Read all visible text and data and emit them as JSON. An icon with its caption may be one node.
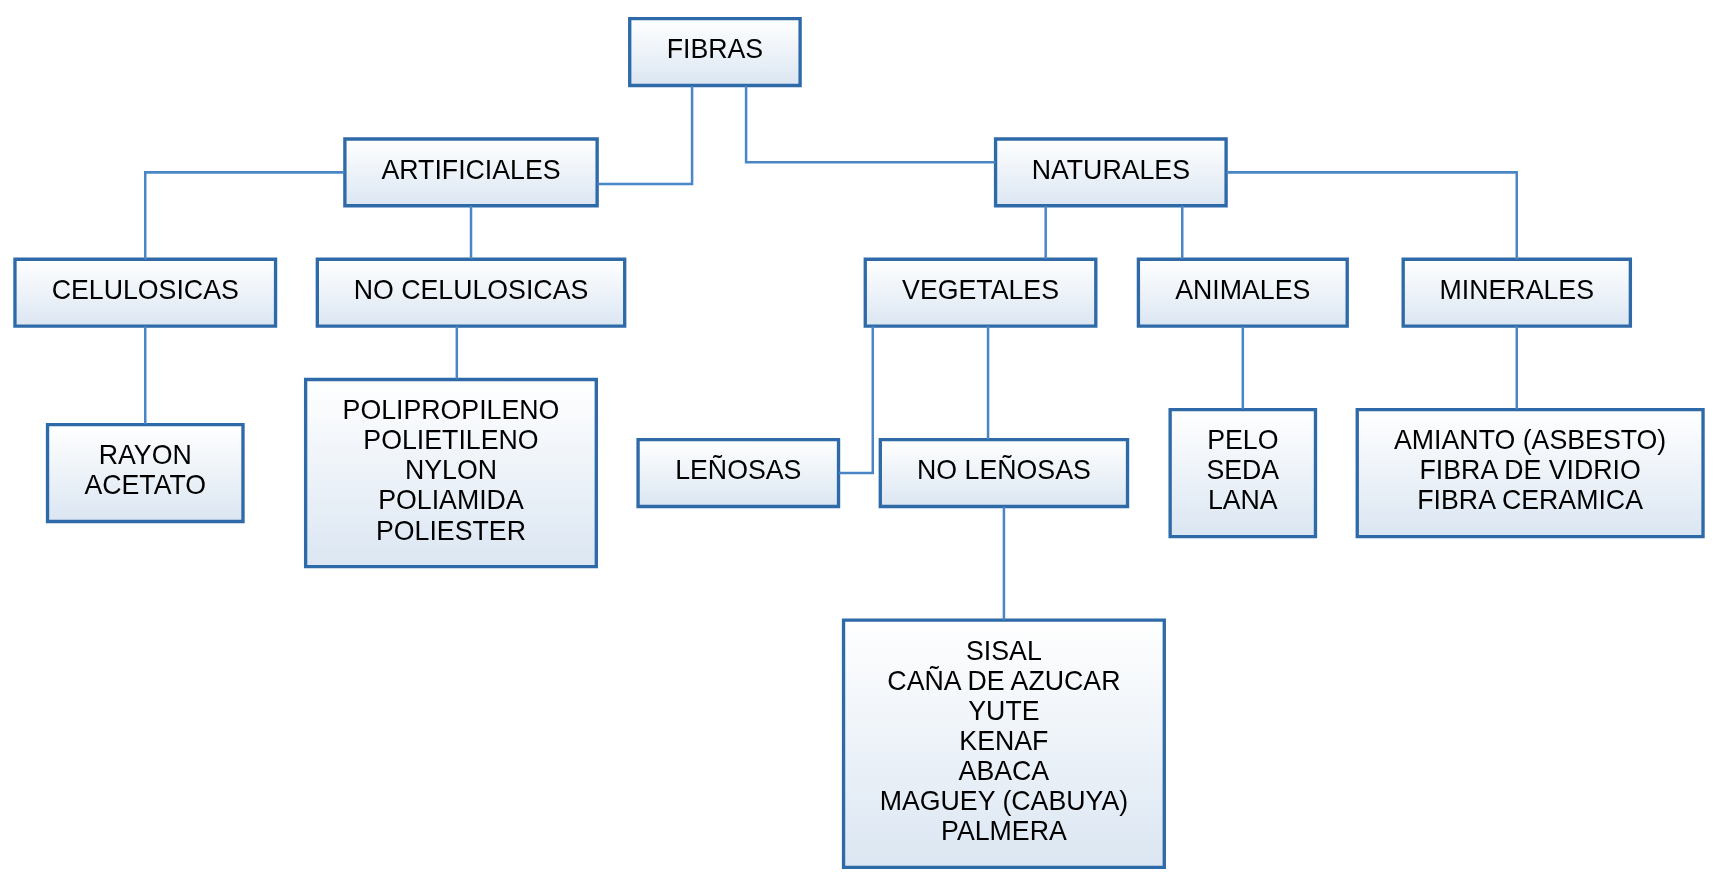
{
  "diagram": {
    "nodes": [
      {
        "text": [
          "FIBRAS"
        ]
      },
      {
        "text": [
          "ARTIFICIALES"
        ]
      },
      {
        "text": [
          "NATURALES"
        ]
      },
      {
        "text": [
          "CELULOSICAS"
        ]
      },
      {
        "text": [
          "NO CELULOSICAS"
        ]
      },
      {
        "text": [
          "VEGETALES"
        ]
      },
      {
        "text": [
          "ANIMALES"
        ]
      },
      {
        "text": [
          "MINERALES"
        ]
      },
      {
        "text": [
          "RAYON",
          "ACETATO"
        ]
      },
      {
        "text": [
          "POLIPROPILENO",
          "POLIETILENO",
          "NYLON",
          "POLIAMIDA",
          "POLIESTER"
        ]
      },
      {
        "text": [
          "LEÑOSAS"
        ]
      },
      {
        "text": [
          "NO LEÑOSAS"
        ]
      },
      {
        "text": [
          "PELO",
          "SEDA",
          "LANA"
        ]
      },
      {
        "text": [
          "AMIANTO (ASBESTO)",
          "FIBRA DE VIDRIO",
          "FIBRA CERAMICA"
        ]
      },
      {
        "text": [
          "SISAL",
          "CAÑA DE AZUCAR",
          "YUTE",
          "KENAF",
          "ABACA",
          "MAGUEY (CABUYA)",
          "PALMERA"
        ]
      }
    ],
    "edges": [
      {
        "from": 0,
        "to": 1,
        "arrow": "none"
      },
      {
        "from": 0,
        "to": 2,
        "arrow": "none"
      },
      {
        "from": 1,
        "to": 3,
        "arrow": "none"
      },
      {
        "from": 1,
        "to": 4,
        "arrow": "none"
      },
      {
        "from": 2,
        "to": 5,
        "arrow": "none"
      },
      {
        "from": 2,
        "to": 6,
        "arrow": "none"
      },
      {
        "from": 2,
        "to": 7,
        "arrow": "none"
      },
      {
        "from": 3,
        "to": 8,
        "arrow": "none"
      },
      {
        "from": 4,
        "to": 9,
        "arrow": "none"
      },
      {
        "from": 5,
        "to": 10,
        "arrow": "none"
      },
      {
        "from": 5,
        "to": 11,
        "arrow": "none"
      },
      {
        "from": 6,
        "to": 12,
        "arrow": "none"
      },
      {
        "from": 7,
        "to": 13,
        "arrow": "none"
      },
      {
        "from": 11,
        "to": 14,
        "arrow": "none"
      }
    ]
  }
}
